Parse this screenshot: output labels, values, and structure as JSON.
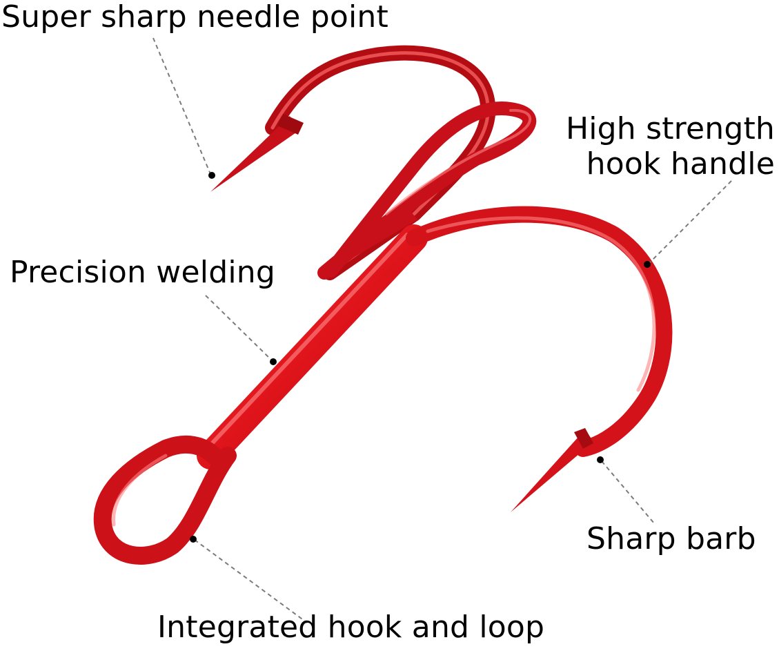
{
  "colors": {
    "hook_red": "#e0141b",
    "hook_dark": "#9e0a10",
    "hook_highlight": "#ff7a7a",
    "leader_line": "#7a7a7a",
    "text": "#000000"
  },
  "annotations": {
    "needle_point": "Super sharp needle point",
    "handle_line1": "High strength",
    "handle_line2": "hook handle",
    "welding": "Precision welding",
    "barb": "Sharp barb",
    "loop": "Integrated hook and loop"
  }
}
